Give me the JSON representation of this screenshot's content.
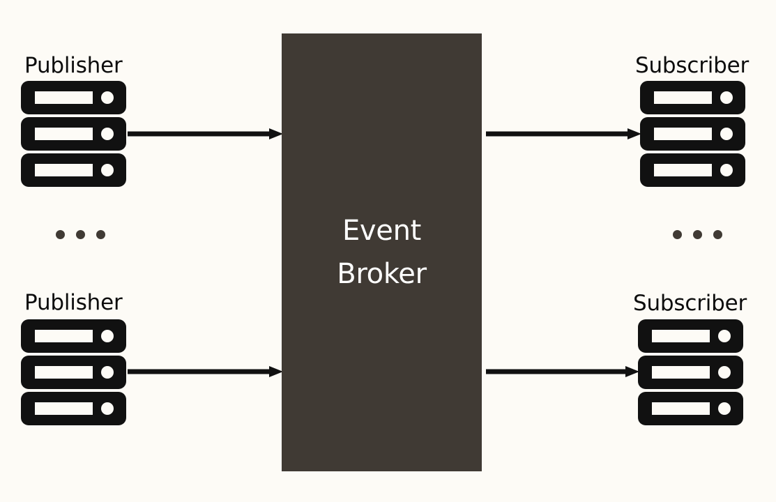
{
  "diagram": {
    "title": "Event Broker publish-subscribe diagram",
    "background_color": "#fdfbf6",
    "broker": {
      "name": "event-broker",
      "line1": "Event",
      "line2": "Broker",
      "fill_color": "#403a34",
      "text_color": "#ffffff"
    },
    "publishers": [
      {
        "id": "publisher-top",
        "label": "Publisher",
        "units": 3,
        "has_arrow": true
      },
      {
        "id": "publisher-bottom",
        "label": "Publisher",
        "units": 3,
        "has_arrow": true
      }
    ],
    "subscribers": [
      {
        "id": "subscriber-top",
        "label": "Subscriber",
        "units": 3,
        "has_arrow": true
      },
      {
        "id": "subscriber-bottom",
        "label": "Subscriber",
        "units": 3,
        "has_arrow": true
      }
    ],
    "ellipses": [
      {
        "id": "publisher-ellipsis",
        "text": "...",
        "dots": 3,
        "color": "#403a34"
      },
      {
        "id": "subscriber-ellipsis",
        "text": "...",
        "dots": 3,
        "color": "#403a34"
      }
    ],
    "arrows": [
      {
        "id": "arrow-publisher-top-to-broker",
        "direction": "right",
        "color": "#111111"
      },
      {
        "id": "arrow-publisher-bottom-to-broker",
        "direction": "right",
        "color": "#111111"
      },
      {
        "id": "arrow-broker-to-subscriber-top",
        "direction": "right",
        "color": "#111111"
      },
      {
        "id": "arrow-broker-to-subscriber-bottom",
        "direction": "right",
        "color": "#111111"
      }
    ],
    "icons": {
      "server_unit": "server-rack-unit-icon",
      "arrow": "arrow-right-icon"
    }
  }
}
